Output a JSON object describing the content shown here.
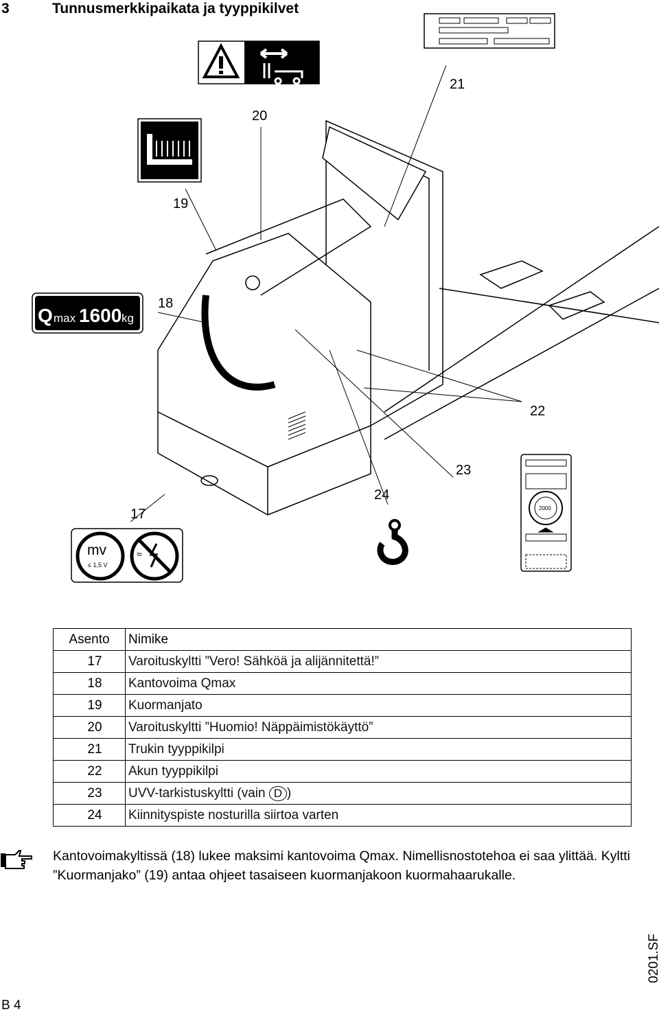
{
  "heading": {
    "number": "3",
    "title": "Tunnusmerkkipaikata ja tyyppikilvet"
  },
  "callouts": {
    "c17": "17",
    "c18": "18",
    "c19": "19",
    "c20": "20",
    "c21": "21",
    "c22": "22",
    "c23": "23",
    "c24": "24"
  },
  "sign_qmax": {
    "q": "Q",
    "sub": "max",
    "value": "1600",
    "unit": "kg"
  },
  "sign_mv": {
    "mv": "mv",
    "voltage": "≤ 1,5 V",
    "symbol": "≈"
  },
  "inspection_badge": {
    "year": "2000"
  },
  "table": {
    "headers": [
      "Asento",
      "Nimike"
    ],
    "rows": [
      {
        "pos": "17",
        "name": "Varoituskyltti ”Vero! Sähköä ja alijännitettä!”"
      },
      {
        "pos": "18",
        "name": "Kantovoima Qmax"
      },
      {
        "pos": "19",
        "name": "Kuormanjato"
      },
      {
        "pos": "20",
        "name": "Varoituskyltti ”Huomio! Näppäimistökäyttö”"
      },
      {
        "pos": "21",
        "name": "Trukin tyyppikilpi"
      },
      {
        "pos": "22",
        "name": "Akun tyyppikilpi"
      },
      {
        "pos": "23",
        "name": "UVV-tarkistuskyltti (vain",
        "suffix_circle": "D",
        "suffix_end": ")"
      },
      {
        "pos": "24",
        "name": "Kiinnityspiste nosturilla siirtoa varten"
      }
    ]
  },
  "note": "Kantovoimakyltissä (18) lukee maksimi kantovoima Qmax. Nimellisnostotehoa ei saa ylittää. Kyltti ”Kuormanjako” (19) antaa ohjeet tasaiseen kuormanjakoon kuormahaarukalle.",
  "footer": {
    "page": "B 4",
    "code": "0201.SF"
  }
}
